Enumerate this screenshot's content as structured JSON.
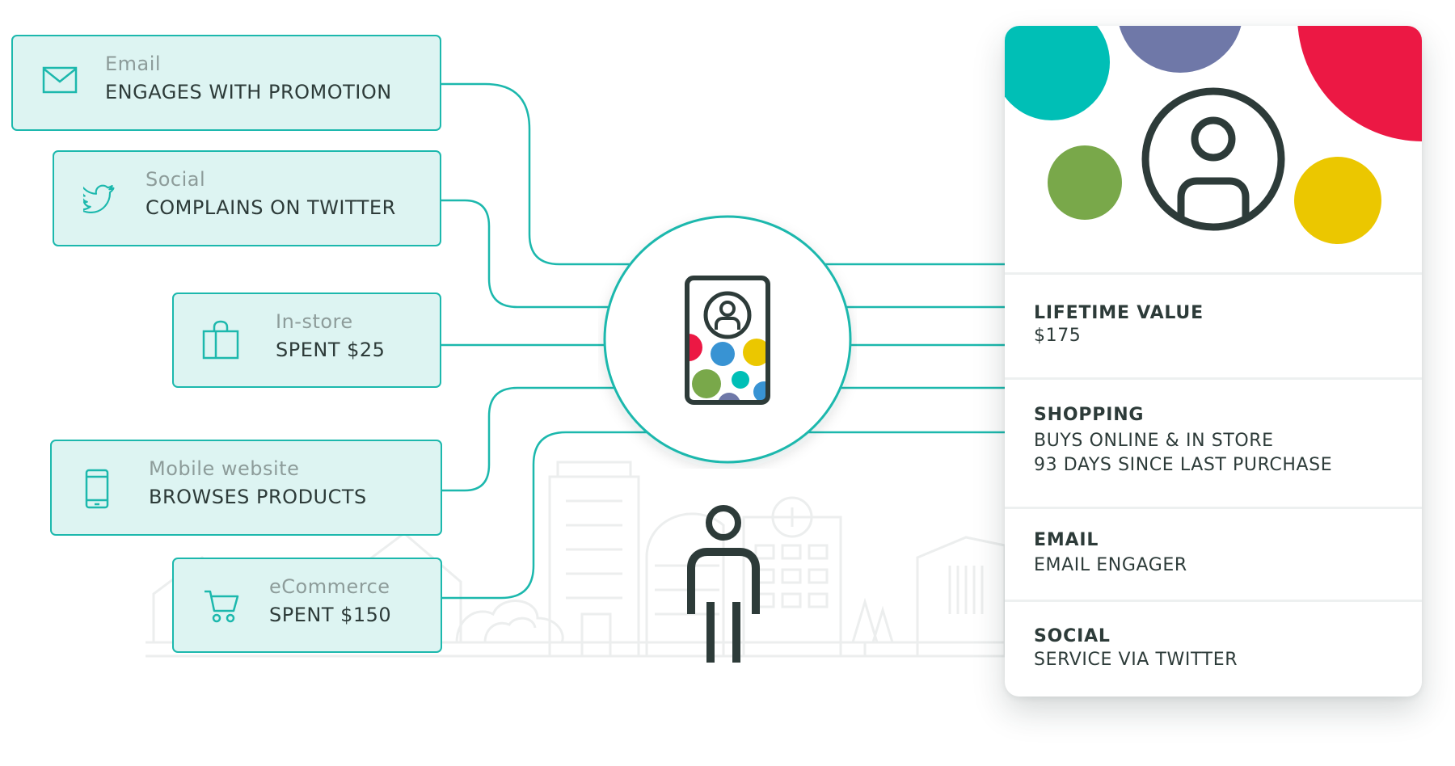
{
  "channels": [
    {
      "type": "Email",
      "action": "ENGAGES WITH PROMOTION",
      "icon": "envelope-icon"
    },
    {
      "type": "Social",
      "action": "COMPLAINS ON TWITTER",
      "icon": "twitter-bird-icon"
    },
    {
      "type": "In-store",
      "action": "SPENT $25",
      "icon": "shopping-bag-icon"
    },
    {
      "type": "Mobile website",
      "action": "BROWSES PRODUCTS",
      "icon": "mobile-phone-icon"
    },
    {
      "type": "eCommerce",
      "action": "SPENT $150",
      "icon": "shopping-cart-icon"
    }
  ],
  "hub": {
    "icon": "profile-phone-icon"
  },
  "customer": {
    "icon": "person-icon"
  },
  "profile_card": {
    "avatar_icon": "user-avatar-icon",
    "sections": [
      {
        "title": "LIFETIME VALUE",
        "lines": [
          "$175"
        ]
      },
      {
        "title": "SHOPPING",
        "lines": [
          "BUYS ONLINE & IN STORE",
          "93 DAYS SINCE LAST PURCHASE"
        ]
      },
      {
        "title": "EMAIL",
        "lines": [
          "EMAIL ENGAGER"
        ]
      },
      {
        "title": "SOCIAL",
        "lines": [
          "SERVICE VIA TWITTER"
        ]
      }
    ]
  },
  "colors": {
    "teal": "#1cb8ad",
    "teal_fill": "#ddf4f2",
    "dark": "#2d3b39",
    "bubble_teal": "#00bfb6",
    "bubble_purple": "#6f78a8",
    "bubble_red": "#ec1844",
    "bubble_green": "#79a84a",
    "bubble_yellow": "#ebc700",
    "skyline": "#eceeee"
  }
}
